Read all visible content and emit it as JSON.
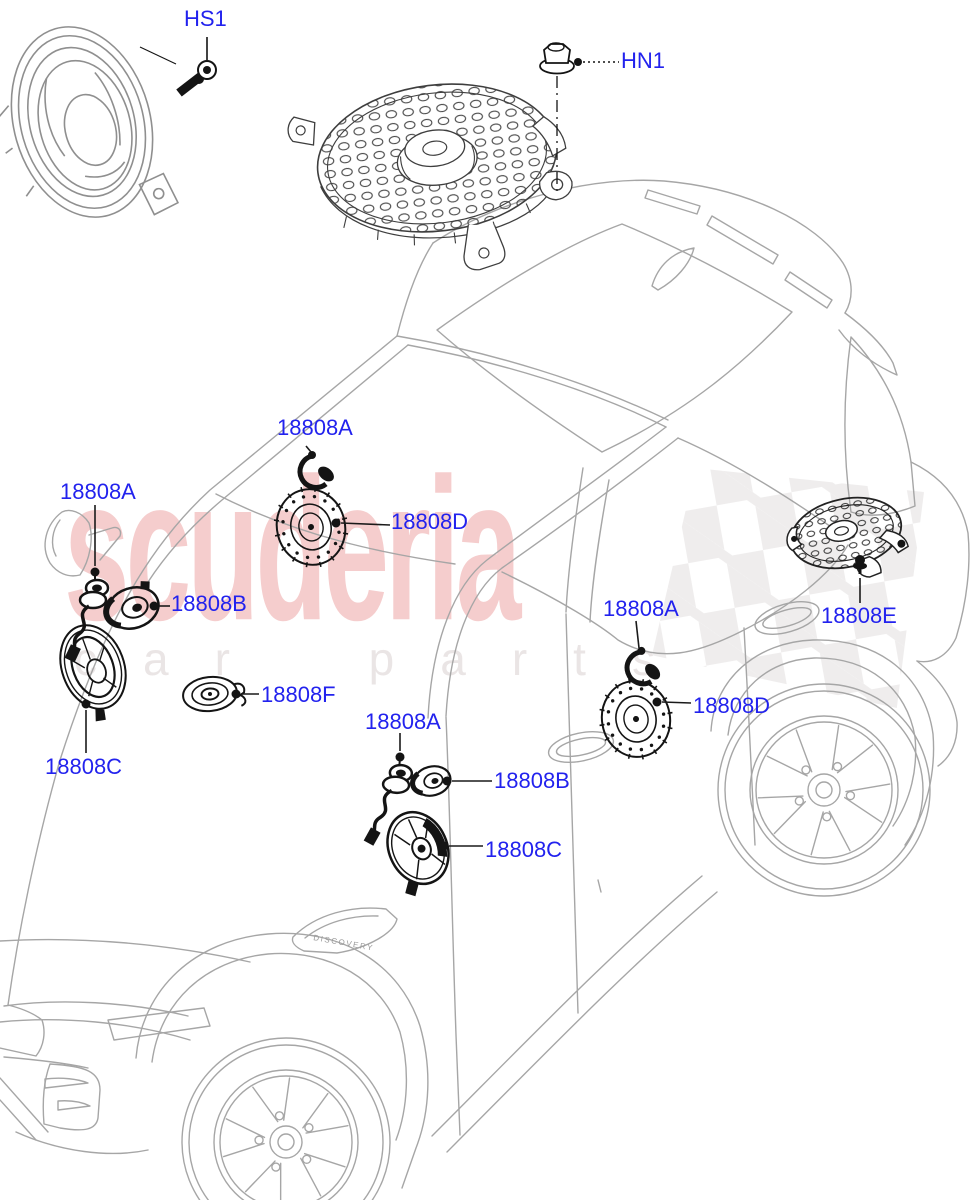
{
  "page": {
    "background": "#ffffff"
  },
  "diagram": {
    "callout_color": "#2222ee",
    "leader_color": "#1a1a1a",
    "art_color": "#a6a6a6",
    "labels": [
      {
        "text": "HS1"
      },
      {
        "text": "HN1"
      },
      {
        "text": "18808A"
      },
      {
        "text": "18808A"
      },
      {
        "text": "18808D"
      },
      {
        "text": "18808B"
      },
      {
        "text": "18808A"
      },
      {
        "text": "18808E"
      },
      {
        "text": "18808F"
      },
      {
        "text": "18808D"
      },
      {
        "text": "18808A"
      },
      {
        "text": "18808C"
      },
      {
        "text": "18808B"
      },
      {
        "text": "18808C"
      }
    ]
  },
  "vehicle": {
    "model_badge": "DISCOVERY"
  },
  "watermark": {
    "brand": "scuderia",
    "subtitle": "car parts",
    "brand_color": "rgba(221,90,90,0.30)",
    "subtitle_color": "rgba(140,110,110,0.18)",
    "checker_color": "#e2dfdf"
  }
}
